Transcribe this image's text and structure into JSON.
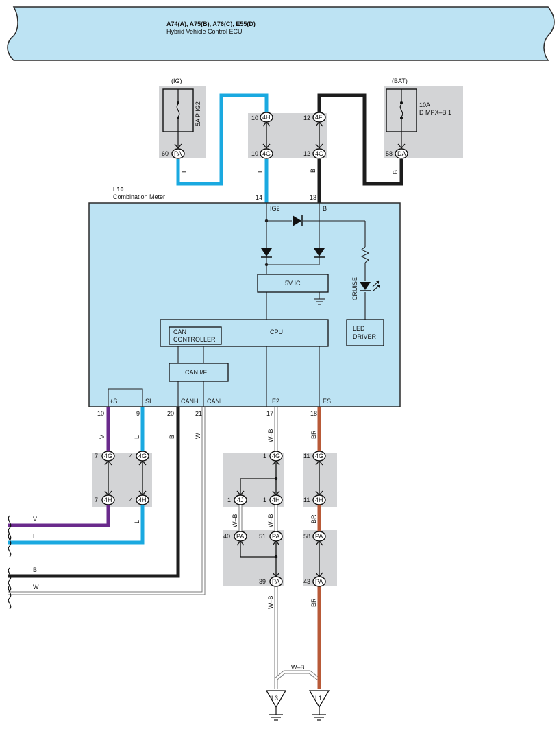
{
  "colors": {
    "module_fill": "#bde3f3",
    "connector_fill": "#d3d4d6",
    "wire_L": "#1aa9e0",
    "wire_B": "#1c1c1c",
    "wire_V": "#6a2a8c",
    "wire_BR": "#b85a38",
    "wire_W": "#ffffff",
    "wire_outline": "#7a7a7a"
  },
  "header": {
    "title": "A74(A), A75(B), A76(C), E55(D)",
    "subtitle": "Hybrid Vehicle Control ECU"
  },
  "fuses": {
    "ig": {
      "supply": "(IG)",
      "name": "5A P IG2"
    },
    "bat": {
      "supply": "(BAT)",
      "rating": "10A",
      "name": "D MPX–B 1"
    }
  },
  "meter": {
    "id": "L10",
    "name": "Combination Meter",
    "ic_label": "5V IC",
    "cpu_label": "CPU",
    "can_controller_line1": "CAN",
    "can_controller_line2": "CONTROLLER",
    "can_if_label": "CAN I/F",
    "led_driver_line1": "LED",
    "led_driver_line2": "DRIVER",
    "cruise_label": "CRUISE",
    "pins": {
      "ig2": "IG2",
      "b": "B",
      "plus_s": "+S",
      "si": "SI",
      "canh": "CANH",
      "canl": "CANL",
      "e2": "E2",
      "es": "ES"
    },
    "pin_numbers": {
      "ig2": "14",
      "b": "13",
      "plus_s": "10",
      "si": "9",
      "canh": "20",
      "canl": "21",
      "e2": "17",
      "es": "18"
    }
  },
  "connectors": {
    "pa": "PA",
    "da": "DA",
    "g4": "4G",
    "h4": "4H",
    "f4": "4F",
    "j4": "4J"
  },
  "pin_numbers": {
    "ig_pa": "60",
    "top_4h": "10",
    "top_4g_l": "10",
    "top_4f": "12",
    "top_4g_b": "12",
    "bat_da": "58",
    "v_4g": "7",
    "v_4h": "7",
    "l_4g": "4",
    "l_4h": "4",
    "e2_4g": "1",
    "e2_4h": "1",
    "e2_4j": "1",
    "e2_pa_left": "40",
    "e2_pa_right": "51",
    "e2_pa_low": "39",
    "es_4g": "11",
    "es_4h": "11",
    "es_pa_top": "58",
    "es_pa_low": "43"
  },
  "wire_codes": {
    "l": "L",
    "b": "B",
    "v": "V",
    "w": "W",
    "wb": "W–B",
    "br": "BR"
  },
  "grounds": {
    "l3": "L3",
    "l1": "L1"
  }
}
